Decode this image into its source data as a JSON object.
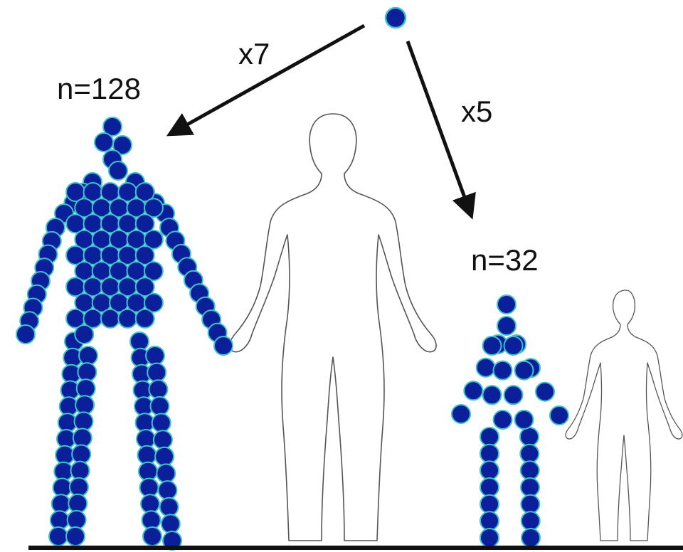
{
  "diagram": {
    "colors": {
      "cell_fill": "#0b1f9a",
      "cell_stroke": "#3fc1c9",
      "outline": "#555555",
      "arrow": "#111111",
      "ground": "#111111"
    },
    "source_cell": {
      "icon": "cell-dot-icon"
    },
    "branches": [
      {
        "multiplier": "x7",
        "count": "n=128",
        "figure": "large"
      },
      {
        "multiplier": "x5",
        "count": "n=32",
        "figure": "small"
      }
    ],
    "large_figure": {
      "cells": 128
    },
    "small_figure": {
      "cells": 32
    }
  }
}
